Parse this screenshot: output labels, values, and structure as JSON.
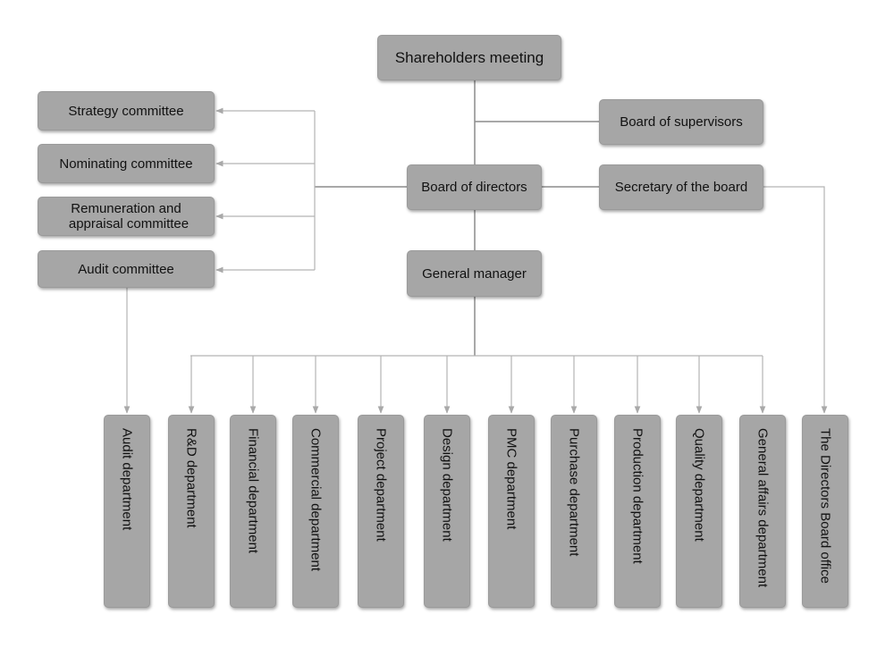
{
  "top": {
    "shareholders": "Shareholders meeting",
    "supervisors": "Board of supervisors",
    "directors": "Board of directors",
    "secretary": "Secretary of the board",
    "general_manager": "General manager"
  },
  "committees": [
    "Strategy committee",
    "Nominating committee",
    "Remuneration and appraisal committee",
    "Audit committee"
  ],
  "committee_lines": {
    "remuneration_line1": "Remuneration and",
    "remuneration_line2": "appraisal committee"
  },
  "departments": [
    "Audit department",
    "R&D department",
    "Financial department",
    "Commercial department",
    "Project department",
    "Design department",
    "PMC department",
    "Purchase department",
    "Production department",
    "Quality department",
    "General affairs department",
    "The Directors Board office"
  ],
  "colors": {
    "box_fill": "#a6a6a6",
    "connector_main": "#8c8c8c",
    "connector_arrow": "#b4b4b4"
  }
}
